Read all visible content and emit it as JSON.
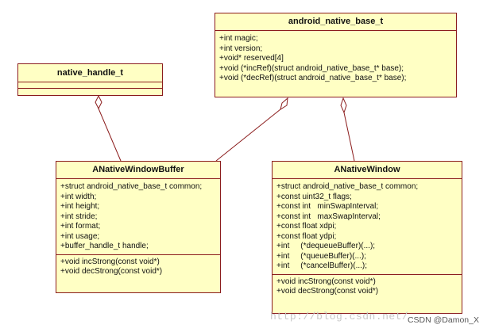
{
  "diagram": {
    "classes": {
      "android_native_base_t": {
        "name": "android_native_base_t",
        "attributes": [
          "+int magic;",
          "+int version;",
          "+void* reserved[4]",
          "+void (*incRef)(struct android_native_base_t* base);",
          "+void (*decRef)(struct android_native_base_t* base);"
        ],
        "operations": []
      },
      "native_handle_t": {
        "name": "native_handle_t",
        "attributes": [],
        "operations": []
      },
      "ANativeWindowBuffer": {
        "name": "ANativeWindowBuffer",
        "attributes": [
          "+struct android_native_base_t common;",
          "+int width;",
          "+int height;",
          "+int stride;",
          "+int format;",
          "+int usage;",
          "+buffer_handle_t handle;"
        ],
        "operations": [
          "+void incStrong(const void*)",
          "+void decStrong(const void*)"
        ]
      },
      "ANativeWindow": {
        "name": "ANativeWindow",
        "attributes": [
          "+struct android_native_base_t common;",
          "+const uint32_t flags;",
          "+const int   minSwapInterval;",
          "+const int   maxSwapInterval;",
          "+const float xdpi;",
          "+const float ydpi;",
          "+int     (*dequeueBuffer)(...);",
          "+int     (*queueBuffer)(...);",
          "+int     (*cancelBuffer)(...);"
        ],
        "operations": [
          "+void incStrong(const void*)",
          "+void decStrong(const void*)"
        ]
      }
    },
    "relationships": [
      {
        "type": "aggregation",
        "whole": "native_handle_t",
        "part": "ANativeWindowBuffer"
      },
      {
        "type": "aggregation",
        "whole": "android_native_base_t",
        "part": "ANativeWindowBuffer"
      },
      {
        "type": "aggregation",
        "whole": "android_native_base_t",
        "part": "ANativeWindow"
      }
    ],
    "colors": {
      "class_fill": "#ffffc4",
      "class_border": "#8b1c1c",
      "connector": "#8b1c1c",
      "background": "#ffffff"
    }
  },
  "watermark": {
    "blog_url": "http://blog.csdn.net/",
    "text": "CSDN @Damon_X"
  }
}
